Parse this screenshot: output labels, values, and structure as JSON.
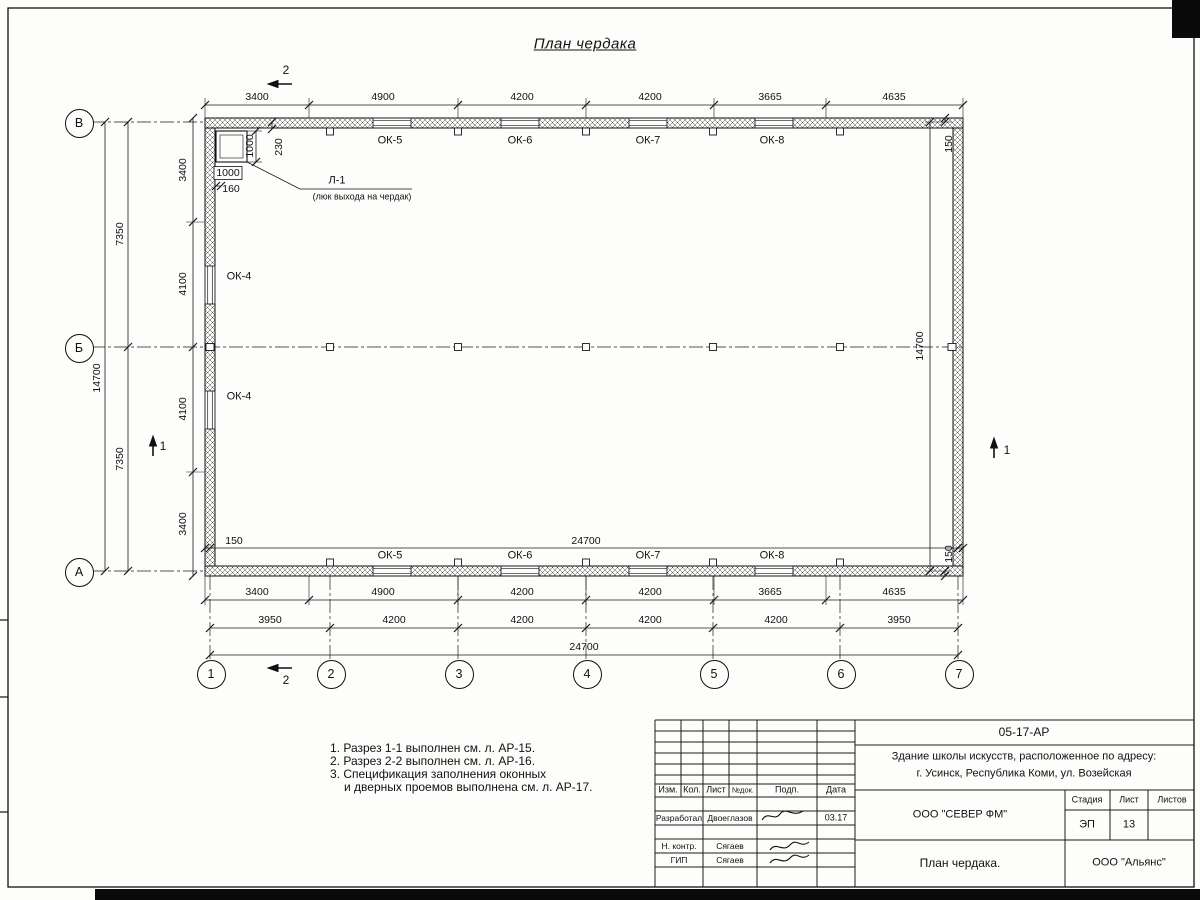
{
  "title": "План чердака",
  "axes": {
    "rows": [
      "В",
      "Б",
      "А"
    ],
    "cols": [
      "1",
      "2",
      "3",
      "4",
      "5",
      "6",
      "7"
    ]
  },
  "dims": {
    "top": [
      "3400",
      "4900",
      "4200",
      "4200",
      "3665",
      "4635"
    ],
    "bottom1": [
      "3400",
      "4900",
      "4200",
      "4200",
      "3665",
      "4635"
    ],
    "bottom2": [
      "3950",
      "4200",
      "4200",
      "4200",
      "4200",
      "3950"
    ],
    "bottom_total": "24700",
    "left_inner": [
      "3400",
      "4100",
      "4100",
      "3400"
    ],
    "left_mid": [
      "7350",
      "7350"
    ],
    "left_total": "14700",
    "right_total": "14700",
    "right_150_top": "150",
    "right_150_bottom": "150",
    "inner_left_150": "150",
    "inner_total": "24700",
    "hatch_v": "1000",
    "hatch_offset": "230",
    "hatch_h": "1000",
    "hatch_w": "160"
  },
  "windows": {
    "top": [
      "ОК-5",
      "ОК-6",
      "ОК-7",
      "ОК-8"
    ],
    "bottom": [
      "ОК-5",
      "ОК-6",
      "ОК-7",
      "ОК-8"
    ],
    "left": [
      "ОК-4",
      "ОК-4"
    ]
  },
  "hatch": {
    "name": "Л-1",
    "desc": "(люк выхода на чердак)"
  },
  "sections": {
    "s1": "1",
    "s2": "2"
  },
  "notes": [
    "1. Разрез 1-1 выполнен см. л. АР-15.",
    "2. Разрез 2-2 выполнен см. л. АР-16.",
    "3. Спецификация заполнения оконных",
    "и дверных проемов выполнена см. л. АР-17."
  ],
  "titleblock": {
    "doc": "05-17-АР",
    "project1": "Здание школы искусств, расположенное по адресу:",
    "project2": "г. Усинск, Республика Коми, ул. Возейская",
    "col_izm": "Изм.",
    "col_kol": "Кол.",
    "col_list": "Лист",
    "col_ndok": "№док.",
    "col_podp": "Подп.",
    "col_data": "Дата",
    "row1_role": "Разработал",
    "row1_name": "Двоеглазов",
    "row1_date": "03.17",
    "row2_role": "Н. контр.",
    "row2_name": "Сягаев",
    "row3_role": "ГИП",
    "row3_name": "Сягаев",
    "company": "ООО \"СЕВЕР ФМ\"",
    "stage_h": "Стадия",
    "sheet_h": "Лист",
    "sheets_h": "Листов",
    "stage": "ЭП",
    "sheet": "13",
    "drawing": "План чердака.",
    "org": "ООО \"Альянс\""
  }
}
